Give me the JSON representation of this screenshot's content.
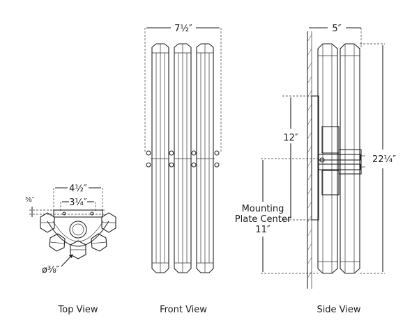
{
  "views": {
    "top": "Top View",
    "front": "Front View",
    "side": "Side View"
  },
  "dimensions": {
    "front_width": "7½″",
    "side_depth": "5″",
    "side_height": "22¼″",
    "center_height": "12″",
    "mount_label_1": "Mounting",
    "mount_label_2": "Plate Center",
    "mount_height": "11″",
    "top_outer": "4½″",
    "top_inner": "3¼″",
    "top_offset": "⅜″",
    "top_diameter": "ø⅜″"
  }
}
